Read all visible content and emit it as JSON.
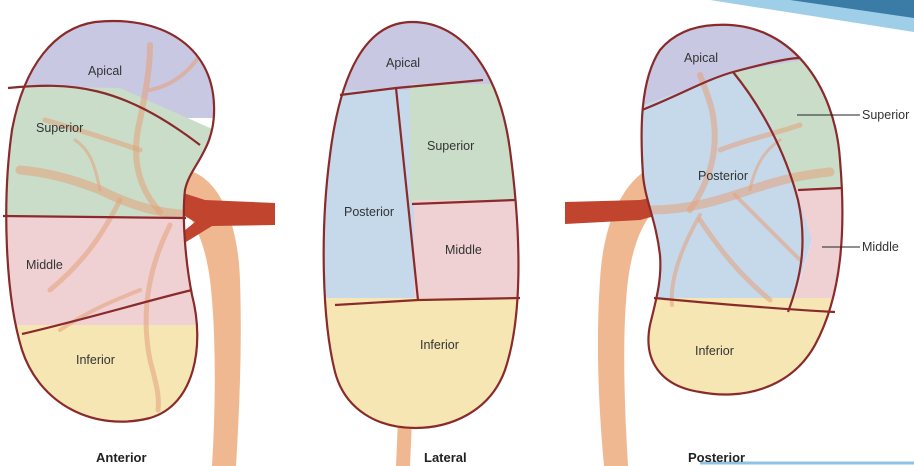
{
  "colors": {
    "apical": "#c9c8e2",
    "superior": "#c9ddc9",
    "middle": "#efd1d3",
    "inferior": "#f5e6b3",
    "posterior": "#c6d9ea",
    "outline": "#8a2a2a",
    "ureter": "#f0b890",
    "artery": "#c0442e",
    "accent_corner": "#3a7ca5"
  },
  "anterior": {
    "apical": "Apical",
    "superior": "Superior",
    "middle": "Middle",
    "inferior": "Inferior",
    "view_label": "Anterior"
  },
  "lateral": {
    "apical": "Apical",
    "posterior": "Posterior",
    "superior": "Superior",
    "middle": "Middle",
    "inferior": "Inferior",
    "view_label": "Lateral"
  },
  "posterior_view": {
    "apical": "Apical",
    "posterior": "Posterior",
    "inferior": "Inferior",
    "callout_superior": "Superior",
    "callout_middle": "Middle",
    "view_label": "Posterior"
  }
}
